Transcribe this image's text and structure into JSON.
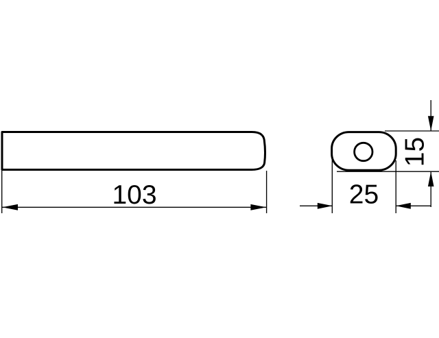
{
  "canvas": {
    "background_color": "#ffffff",
    "line_color": "#000000"
  },
  "dimensions": {
    "length": {
      "label": "103"
    },
    "width": {
      "label": "25"
    },
    "height": {
      "label": "15"
    }
  }
}
